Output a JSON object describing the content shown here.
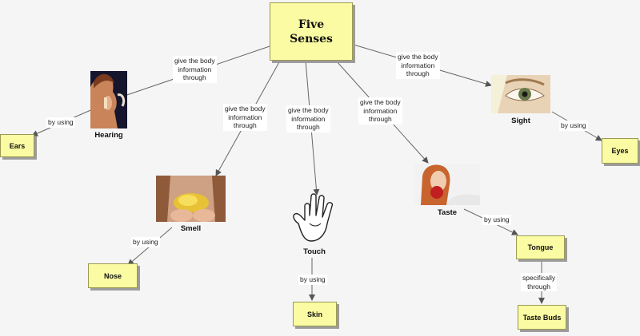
{
  "root": {
    "title": "Five\nSenses"
  },
  "connectors": {
    "hearing": "give the body\ninformation\nthrough",
    "smell": "give the body\ninformation\nthrough",
    "touch": "give the body\ninformation\nthrough",
    "taste": "give the body\ninformation\nthrough",
    "sight": "give the body\ninformation\nthrough",
    "by_using_ears": "by using",
    "by_using_nose": "by using",
    "by_using_skin": "by using",
    "by_using_tongue": "by using",
    "by_using_eyes": "by using",
    "specifically": "specifically\nthrough"
  },
  "senses": {
    "hearing": "Hearing",
    "smell": "Smell",
    "touch": "Touch",
    "taste": "Taste",
    "sight": "Sight"
  },
  "organs": {
    "ears": "Ears",
    "nose": "Nose",
    "skin": "Skin",
    "tongue": "Tongue",
    "taste_buds": "Taste Buds",
    "eyes": "Eyes"
  },
  "colors": {
    "box_fill": "#fbfba3",
    "box_border": "#9a9a55",
    "line": "#666666",
    "background": "#f5f5f5"
  }
}
